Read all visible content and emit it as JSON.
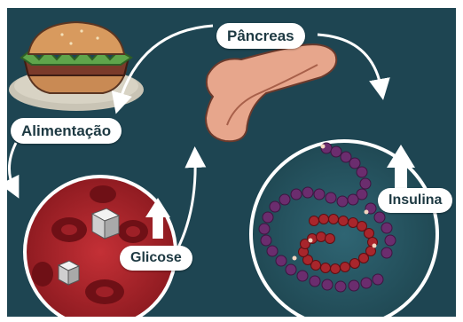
{
  "diagram": {
    "labels": {
      "pancreas": "Pâncreas",
      "alimentacao": "Alimentação",
      "glicose": "Glicose",
      "insulina": "Insulina"
    }
  },
  "colors": {
    "background": "#1e4552",
    "blood_circle": "#b3242a",
    "insulin_circle": "#2a5866",
    "label_text": "#1d3942"
  }
}
